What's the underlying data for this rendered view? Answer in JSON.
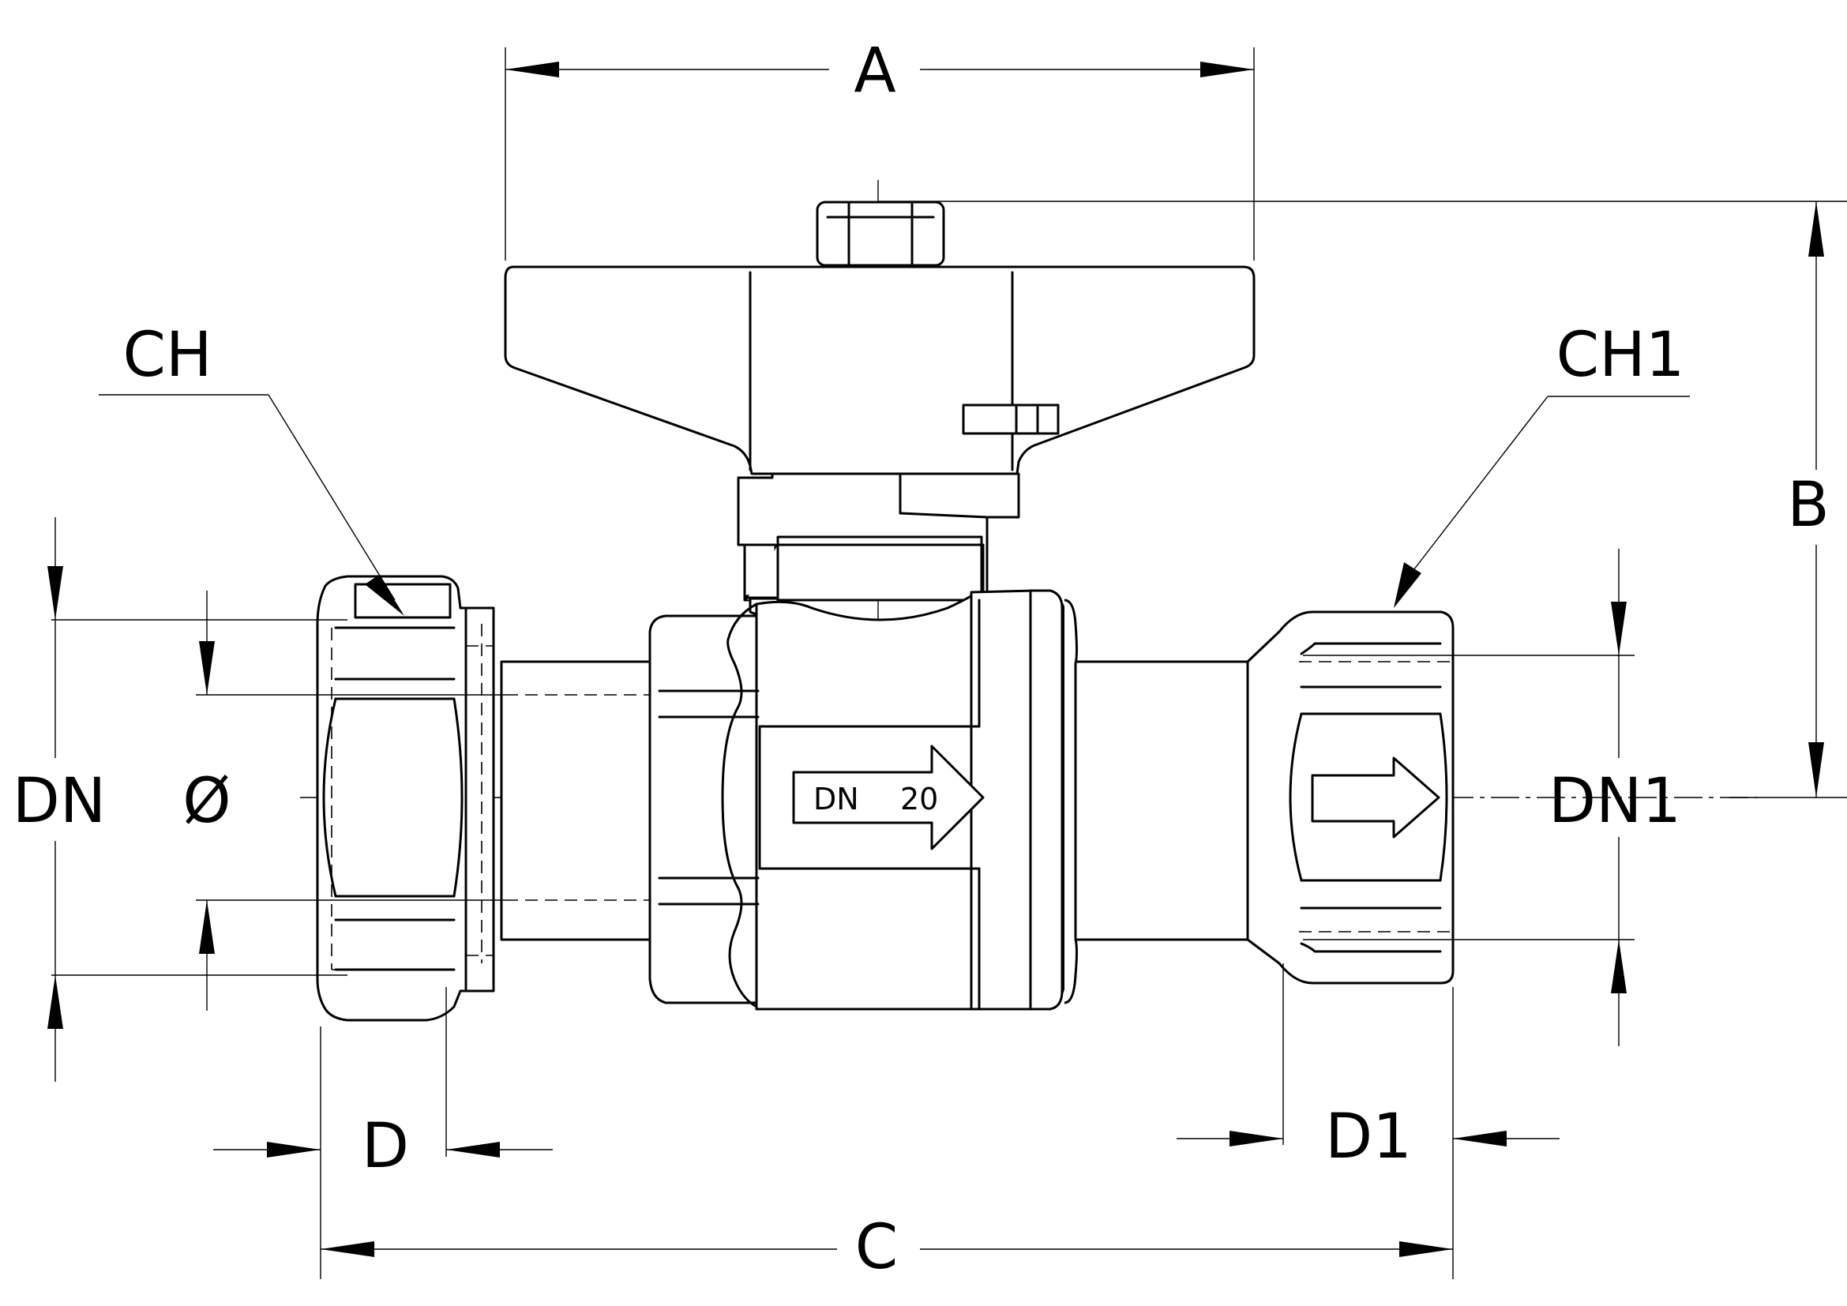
{
  "labels": {
    "A": "A",
    "B": "B",
    "C": "C",
    "D": "D",
    "D1": "D1",
    "CH": "CH",
    "CH1": "CH1",
    "DN": "DN",
    "DN1": "DN1",
    "diameter": "Ø"
  },
  "body_marking": {
    "dn": "DN",
    "size": "20"
  }
}
